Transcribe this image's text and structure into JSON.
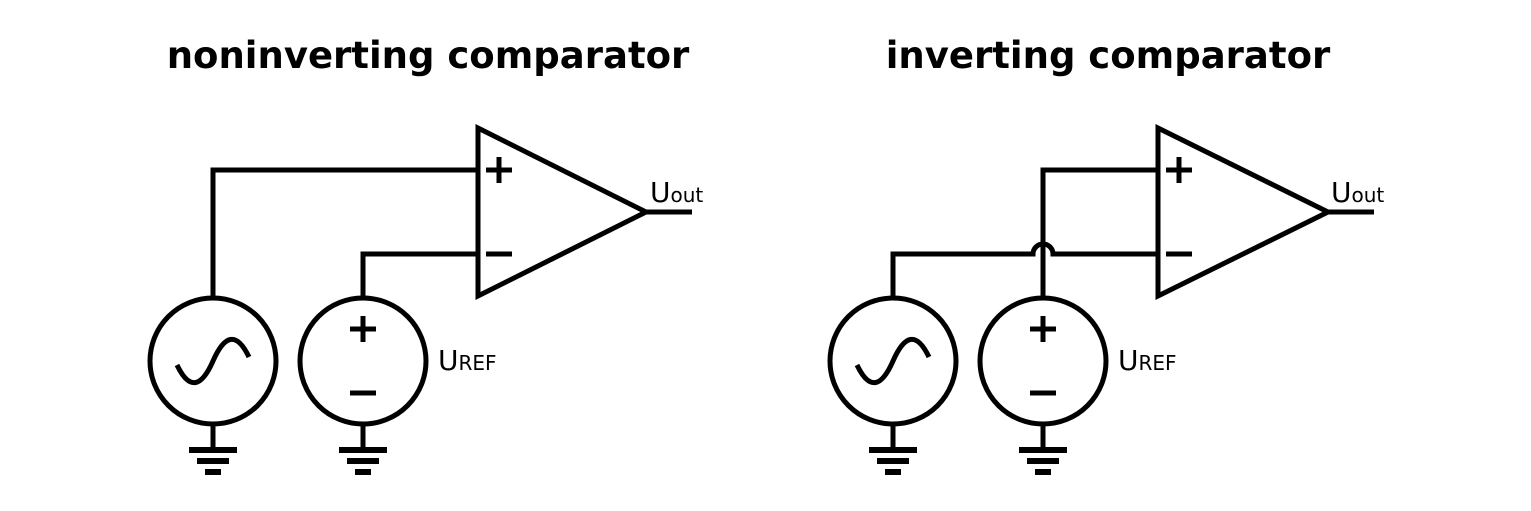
{
  "diagrams": [
    {
      "title": "noninverting comparator",
      "output_label": {
        "main": "U",
        "sub": "out"
      },
      "reference_label": {
        "main": "U",
        "sub": "REF"
      }
    },
    {
      "title": "inverting comparator",
      "output_label": {
        "main": "U",
        "sub": "out"
      },
      "reference_label": {
        "main": "U",
        "sub": "REF"
      }
    }
  ],
  "colors": {
    "ink": "#000000",
    "background": "#ffffff"
  }
}
